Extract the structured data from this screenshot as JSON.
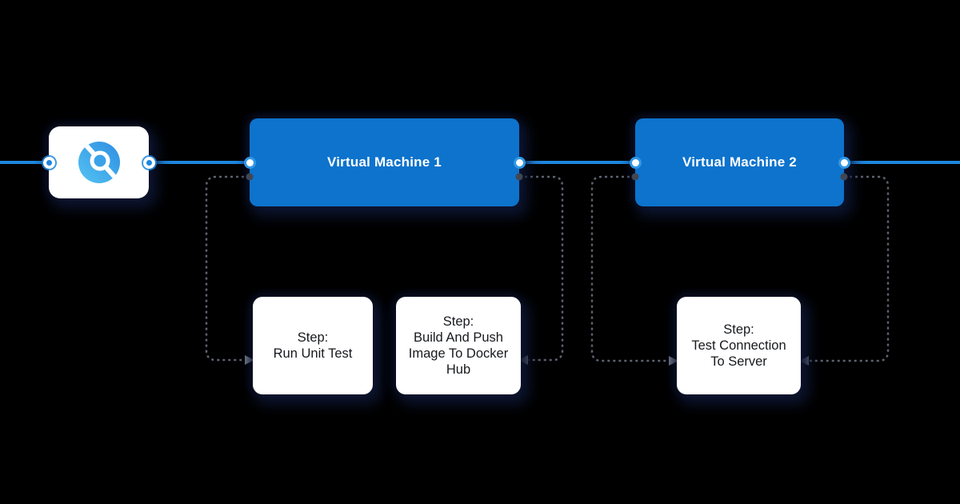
{
  "diagram": {
    "type": "pipeline-flow",
    "background": "#000000",
    "flow_line_color": "#1e86de",
    "branch_line_color": "#5d6370",
    "machine_node_color": "#0d73cc",
    "step_node_color": "#ffffff",
    "trigger_node": {
      "icon": "scan-search-icon"
    },
    "machines": [
      {
        "label": "Virtual Machine 1"
      },
      {
        "label": "Virtual Machine 2"
      }
    ],
    "steps": [
      {
        "prefix": "Step:",
        "name": "Run Unit Test"
      },
      {
        "prefix": "Step:",
        "name": "Build And Push Image To Docker Hub"
      },
      {
        "prefix": "Step:",
        "name": "Test Connection To Server"
      }
    ]
  }
}
